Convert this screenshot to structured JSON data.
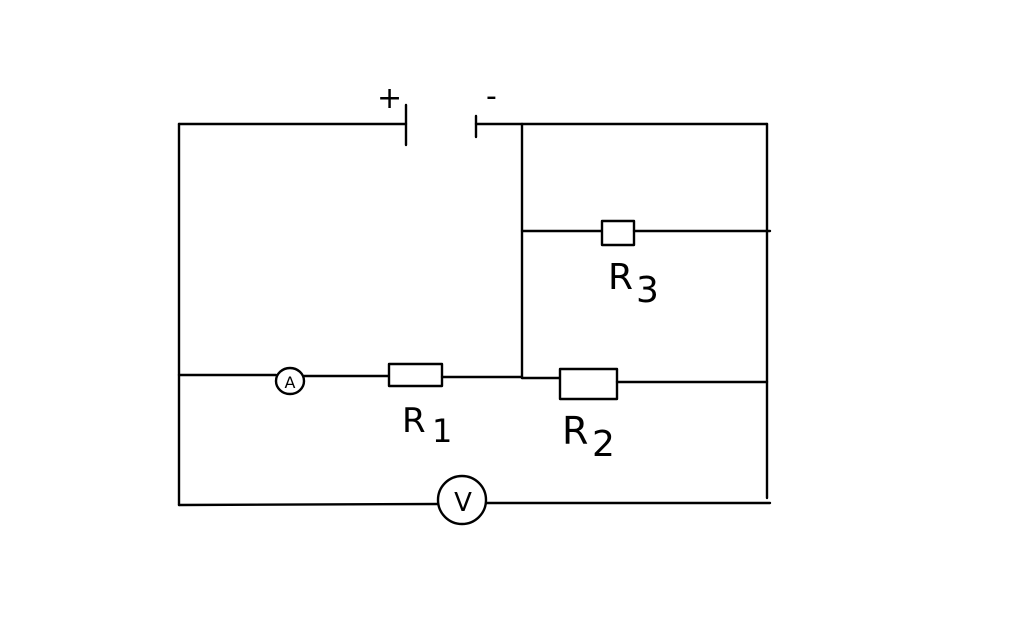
{
  "battery": {
    "positive_label": "+",
    "negative_label": "-"
  },
  "resistors": {
    "r1": {
      "label_main": "R",
      "label_sub": "1"
    },
    "r2": {
      "label_main": "R",
      "label_sub": "2"
    },
    "r3": {
      "label_main": "R",
      "label_sub": "3"
    }
  },
  "meters": {
    "ammeter": {
      "symbol": "A"
    },
    "voltmeter": {
      "symbol": "V"
    }
  },
  "colors": {
    "ink": "#000000",
    "paper": "#ffffff"
  }
}
